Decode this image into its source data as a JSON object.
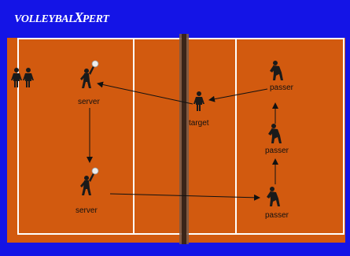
{
  "brand": {
    "pre": "VOLLEYBAL",
    "x": "X",
    "post": "PERT"
  },
  "labels": {
    "server_top": "server",
    "server_bottom": "server",
    "target": "target",
    "passer_top": "passer",
    "passer_mid": "passer",
    "passer_bottom": "passer"
  },
  "colors": {
    "background": "#1414e6",
    "court": "#d25a0f",
    "lines": "#ffffff",
    "net": "#5a3a28",
    "figure": "#1a1a1a",
    "arrow": "#111111"
  }
}
